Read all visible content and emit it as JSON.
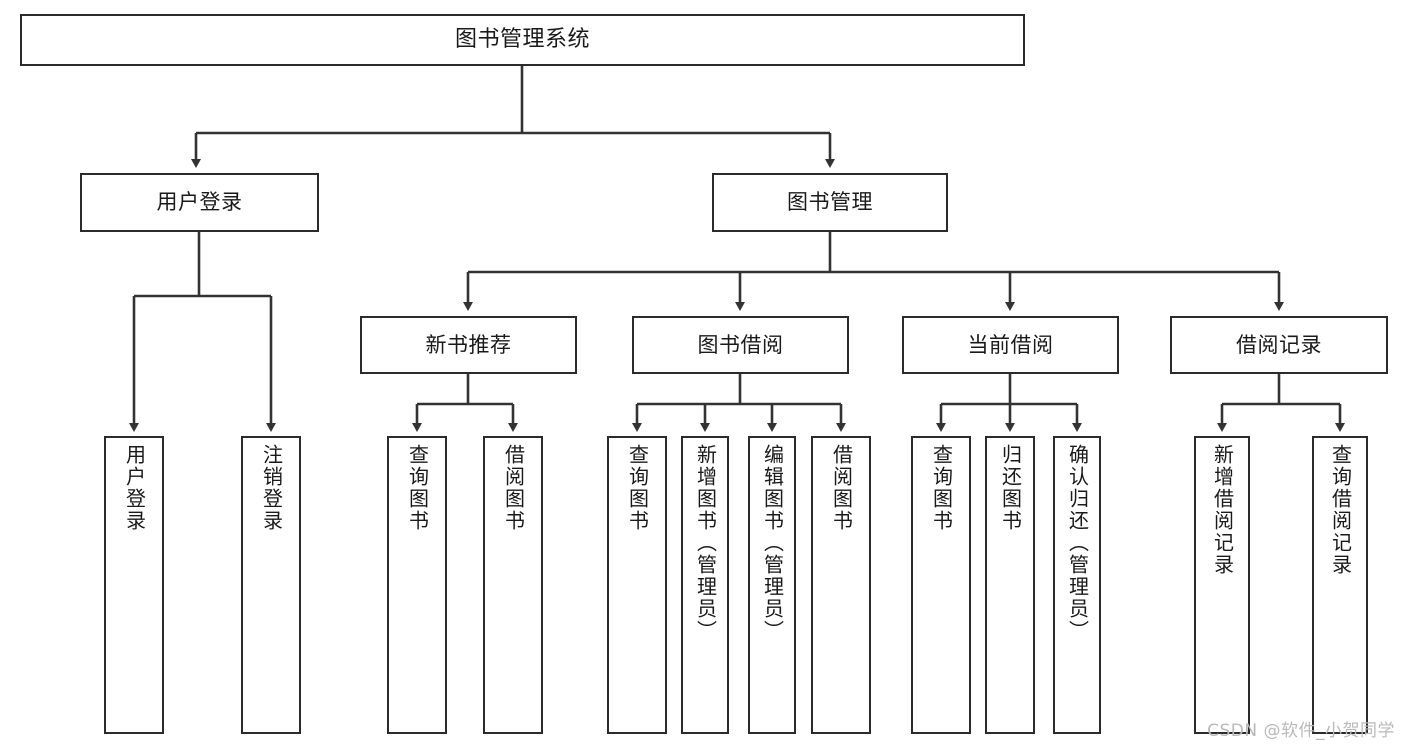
{
  "diagram": {
    "title": "图书管理系统",
    "watermark": "CSDN @软件_小贺同学",
    "colors": {
      "node_border": "#2b2b2b",
      "node_fill": "#ffffff",
      "edge": "#333333",
      "text": "#1a1a1a",
      "watermark": "#b9b9b9",
      "background": "#ffffff"
    },
    "levels": {
      "root": "图书管理系统",
      "level2": [
        "用户登录",
        "图书管理"
      ],
      "level3": [
        "新书推荐",
        "图书借阅",
        "当前借阅",
        "借阅记录"
      ]
    },
    "nodes": {
      "root": {
        "label": "图书管理系统"
      },
      "user_login": {
        "label": "用户登录"
      },
      "book_manage": {
        "label": "图书管理"
      },
      "new_book_rec": {
        "label": "新书推荐"
      },
      "book_borrow": {
        "label": "图书借阅"
      },
      "current_borrow": {
        "label": "当前借阅"
      },
      "borrow_record": {
        "label": "借阅记录"
      },
      "leaf_user_login": {
        "label": "用户登录"
      },
      "leaf_user_logout": {
        "label": "注销登录"
      },
      "leaf_query_book_rec": {
        "label": "查询图书"
      },
      "leaf_borrow_book_rec": {
        "label": "借阅图书"
      },
      "leaf_query_book_borrow": {
        "label": "查询图书"
      },
      "leaf_add_book": {
        "label": "新增图书（管理员）"
      },
      "leaf_edit_book": {
        "label": "编辑图书（管理员）"
      },
      "leaf_borrow_book": {
        "label": "借阅图书"
      },
      "leaf_query_book_cur": {
        "label": "查询图书"
      },
      "leaf_return_book": {
        "label": "归还图书"
      },
      "leaf_confirm_return": {
        "label": "确认归还（管理员）"
      },
      "leaf_add_record": {
        "label": "新增借阅记录"
      },
      "leaf_query_record": {
        "label": "查询借阅记录"
      }
    },
    "tree": {
      "type": "hierarchy",
      "root": "图书管理系统",
      "children": [
        {
          "label": "用户登录",
          "children": [
            {
              "label": "用户登录"
            },
            {
              "label": "注销登录"
            }
          ]
        },
        {
          "label": "图书管理",
          "children": [
            {
              "label": "新书推荐",
              "children": [
                {
                  "label": "查询图书"
                },
                {
                  "label": "借阅图书"
                }
              ]
            },
            {
              "label": "图书借阅",
              "children": [
                {
                  "label": "查询图书"
                },
                {
                  "label": "新增图书（管理员）"
                },
                {
                  "label": "编辑图书（管理员）"
                },
                {
                  "label": "借阅图书"
                }
              ]
            },
            {
              "label": "当前借阅",
              "children": [
                {
                  "label": "查询图书"
                },
                {
                  "label": "归还图书"
                },
                {
                  "label": "确认归还（管理员）"
                }
              ]
            },
            {
              "label": "借阅记录",
              "children": [
                {
                  "label": "新增借阅记录"
                },
                {
                  "label": "查询借阅记录"
                }
              ]
            }
          ]
        }
      ]
    }
  }
}
